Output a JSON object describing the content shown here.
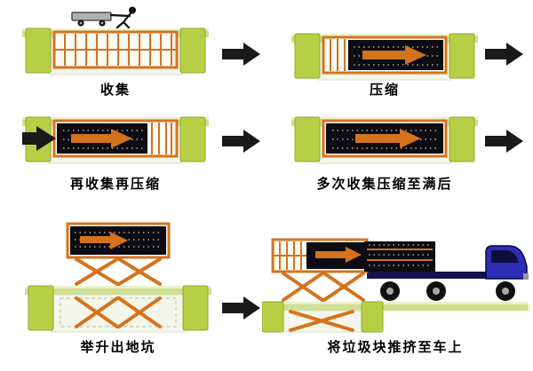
{
  "stages": [
    {
      "label": "收集"
    },
    {
      "label": "压缩"
    },
    {
      "label": "再收集再压缩"
    },
    {
      "label": "多次收集压缩至满后"
    },
    {
      "label": "举升出地坑"
    },
    {
      "label": "将垃圾块推挤至车上"
    }
  ],
  "colors": {
    "pit-green": "#b7cf45",
    "pit-green-dark": "#8fa82a",
    "ground-green": "#cfdf8e",
    "ground-green-light": "#e9f0cd",
    "pit-interior": "#f3f6e8",
    "container-orange": "#d4731e",
    "container-bg": "#fbfaf3",
    "garbage-black": "#0c0c12",
    "flow-arrow-black": "#1a1a1a",
    "truck-blue": "#2d2db8",
    "truck-dark": "#13134e",
    "wheel-black": "#111111",
    "metal-gray": "#a8a8a8"
  }
}
